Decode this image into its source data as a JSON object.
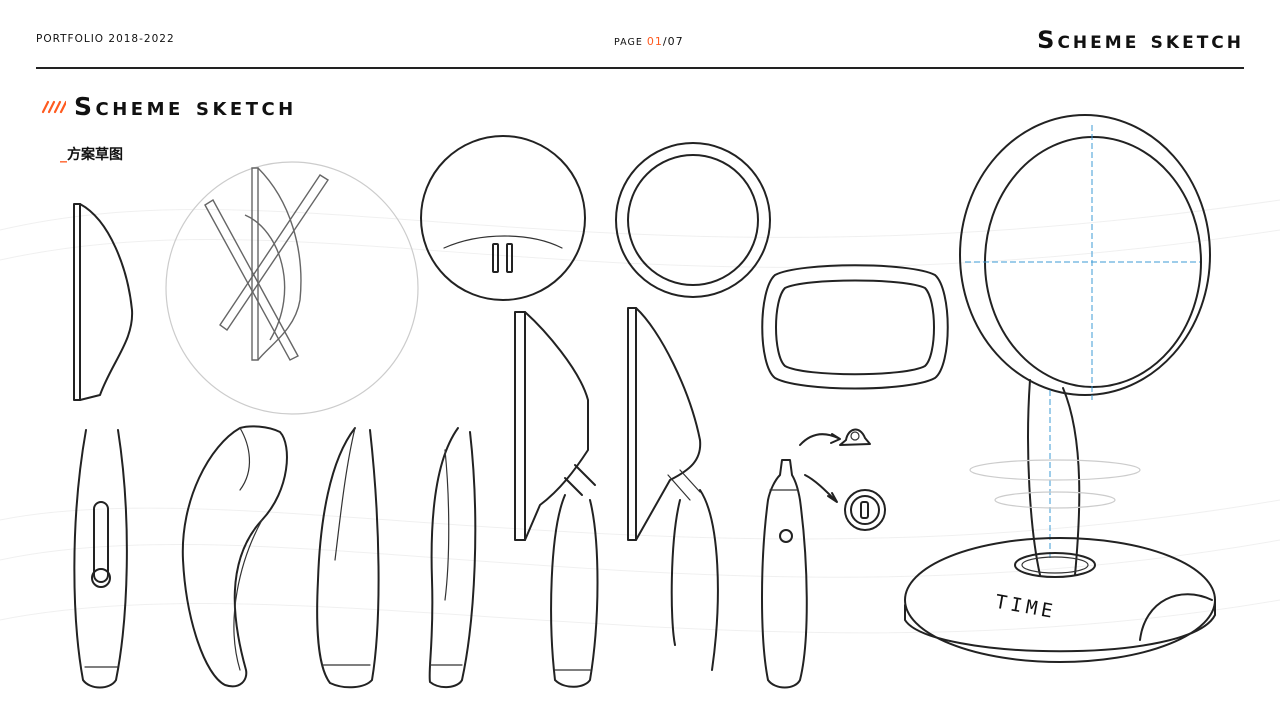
{
  "header": {
    "portfolio_label": "PORTFOLIO 2018-2022",
    "page_prefix": "PAGE",
    "page_current": "01",
    "page_total": "/07",
    "section_title": "Scheme sketch"
  },
  "section": {
    "title": "Scheme sketch",
    "subtitle_prefix": "_",
    "subtitle": "方案草图"
  },
  "sketch": {
    "base_label": "TIME"
  },
  "colors": {
    "accent": "#ff5a1f",
    "ink": "#222222",
    "guide": "#3c9bd6"
  }
}
